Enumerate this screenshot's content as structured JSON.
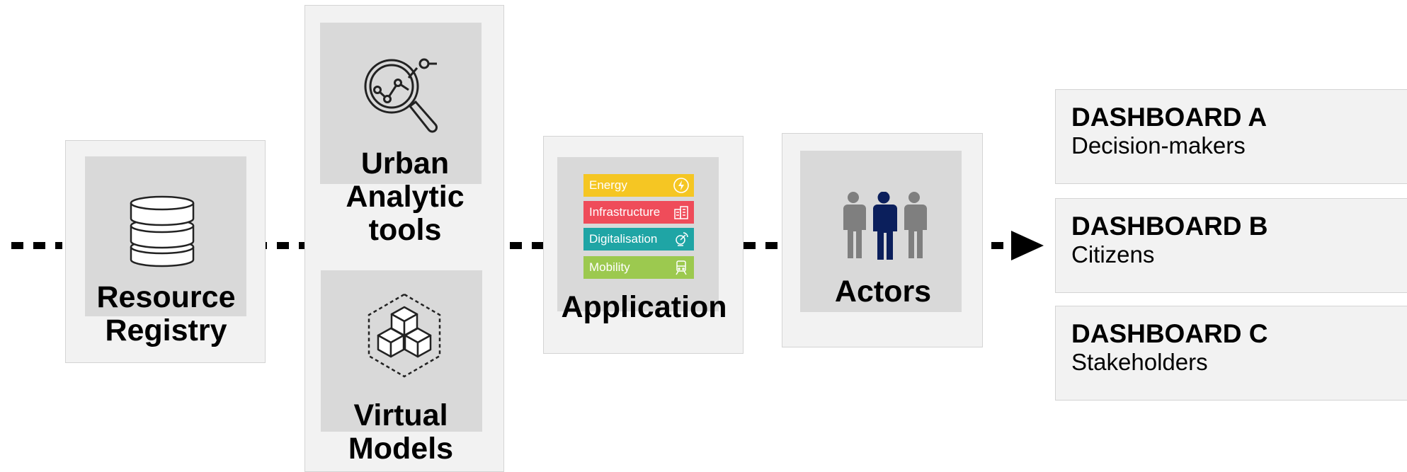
{
  "steps": {
    "resource_registry": {
      "label_line1": "Resource",
      "label_line2": "Registry",
      "icon": "database-icon"
    },
    "urban_analytic": {
      "label_line1": "Urban",
      "label_line2": "Analytic",
      "label_line3": "tools",
      "icon": "magnifier-chart-icon"
    },
    "virtual_models": {
      "label_line1": "Virtual",
      "label_line2": "Models",
      "icon": "cubes-icon"
    },
    "application": {
      "label": "Application",
      "categories": [
        {
          "label": "Energy",
          "color": "#f5c623",
          "icon": "lightning-icon"
        },
        {
          "label": "Infrastructure",
          "color": "#ef4c5a",
          "icon": "buildings-icon"
        },
        {
          "label": "Digitalisation",
          "color": "#1fa5a5",
          "icon": "satellite-icon"
        },
        {
          "label": "Mobility",
          "color": "#9cc94f",
          "icon": "train-icon"
        }
      ]
    },
    "actors": {
      "label": "Actors",
      "icon": "people-icon"
    }
  },
  "dashboards": [
    {
      "title": "DASHBOARD A",
      "subtitle": "Decision-makers"
    },
    {
      "title": "DASHBOARD B",
      "subtitle": "Citizens"
    },
    {
      "title": "DASHBOARD C",
      "subtitle": "Stakeholders"
    }
  ],
  "colors": {
    "dark_blue": "#0b1f5c",
    "grey_person": "#7f7f7f",
    "panel": "#f2f2f2",
    "inner": "#d9d9d9"
  }
}
